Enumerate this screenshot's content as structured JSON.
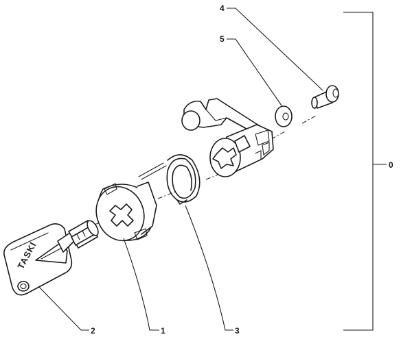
{
  "diagram": {
    "callouts": {
      "part_0": "0",
      "part_1": "1",
      "part_2": "2",
      "part_3": "3",
      "part_4": "4",
      "part_5": "5"
    },
    "key_brand_text": "TASKI"
  }
}
